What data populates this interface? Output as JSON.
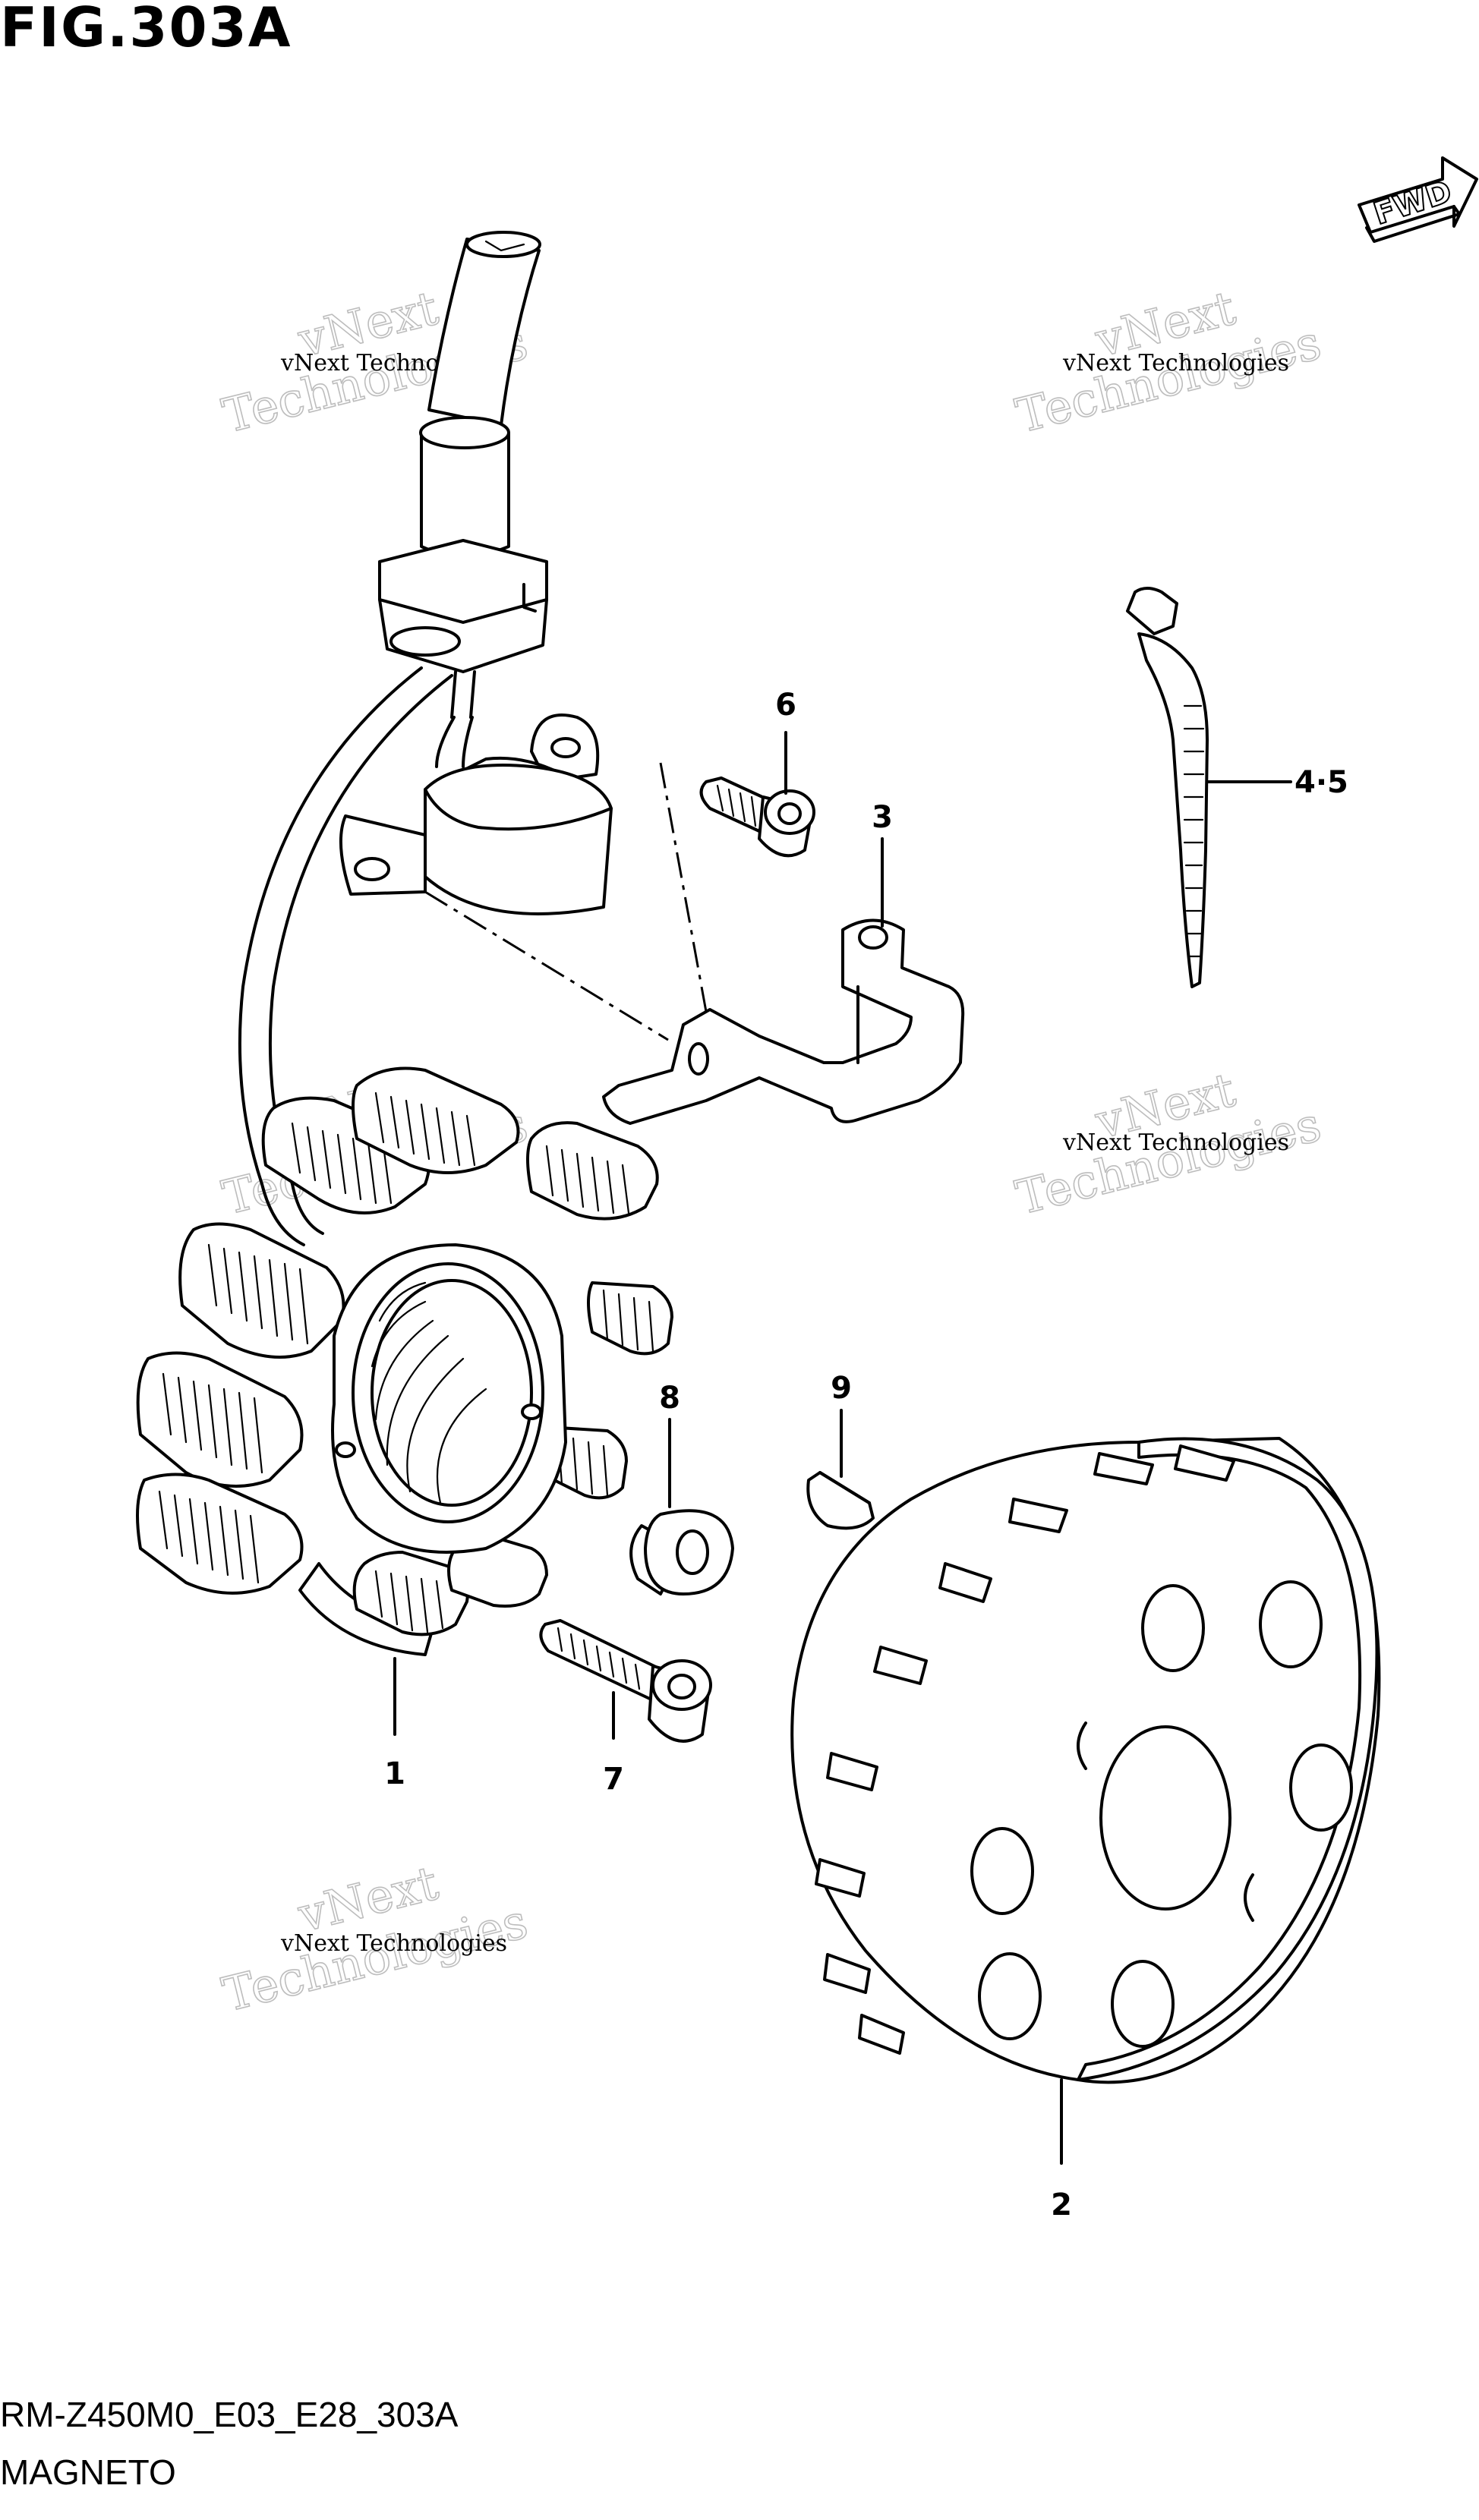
{
  "figure": {
    "title": "FIG.303A",
    "code": "RM-Z450M0_E03_E28_303A",
    "name": "MAGNETO",
    "fwd_label": "FWD"
  },
  "callouts": [
    {
      "key": "c1",
      "label": "1"
    },
    {
      "key": "c2",
      "label": "2"
    },
    {
      "key": "c3",
      "label": "3"
    },
    {
      "key": "c45",
      "label": "4·5"
    },
    {
      "key": "c6",
      "label": "6"
    },
    {
      "key": "c7",
      "label": "7"
    },
    {
      "key": "c8",
      "label": "8"
    },
    {
      "key": "c9",
      "label": "9"
    }
  ],
  "watermark": {
    "line1": "vNext Technologies",
    "big1": "vNext",
    "big2": "Technologies"
  }
}
